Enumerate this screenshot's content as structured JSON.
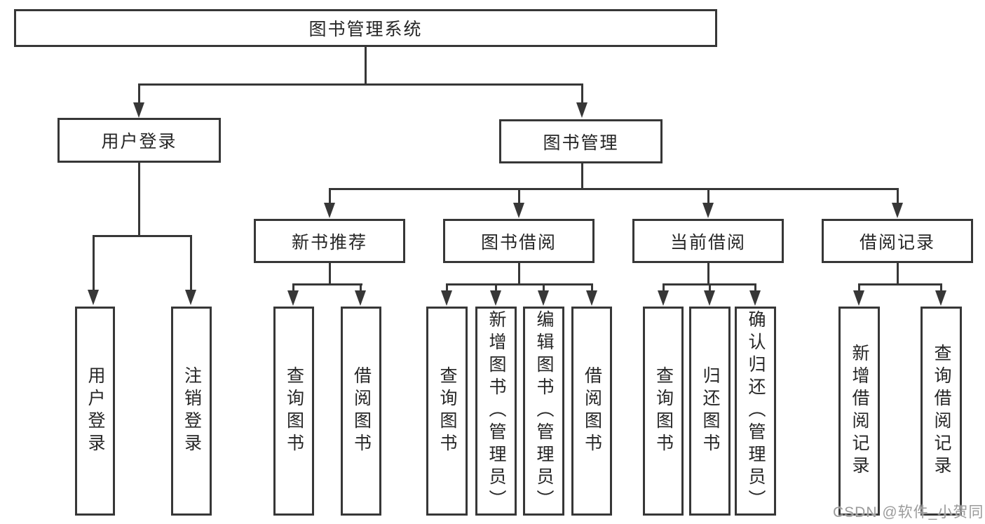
{
  "colors": {
    "line": "#373737",
    "box_border": "#373737",
    "text": "#262626",
    "watermark": "#9b9b9b",
    "background": "#ffffff"
  },
  "watermark": "CSDN @软件_小贺同学",
  "diagram": {
    "root": "图书管理系统",
    "level2": {
      "user_login": "用户登录",
      "book_management": "图书管理"
    },
    "level3": {
      "new_book_recommend": "新书推荐",
      "book_borrow": "图书借阅",
      "current_borrow": "当前借阅",
      "borrow_records": "借阅记录"
    },
    "leaves": {
      "user_login": "用户登录",
      "logout": "注销登录",
      "nb_query_books": "查询图书",
      "nb_borrow_books": "借阅图书",
      "bb_query_books": "查询图书",
      "bb_add_books": "新增图书（管理员）",
      "bb_edit_books": "编辑图书（管理员）",
      "bb_borrow_books": "借阅图书",
      "cb_query_books": "查询图书",
      "cb_return_books": "归还图书",
      "cb_confirm_return": "确认归还（管理员）",
      "br_add_record": "新增借阅记录",
      "br_query_record": "查询借阅记录"
    }
  }
}
